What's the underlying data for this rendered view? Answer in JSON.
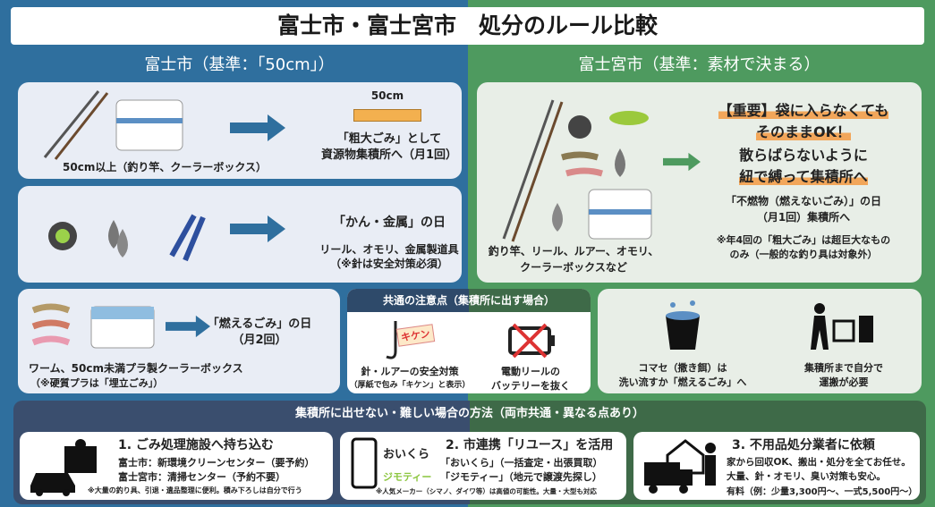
{
  "title": "富士市・富士宮市　処分のルール比較",
  "left": {
    "heading": "富士市（基準：「50cm」）",
    "large": {
      "ruler_label": "50cm",
      "items": "50cm以上（釣り竿、クーラーボックス）",
      "result1": "「粗大ごみ」として",
      "result2": "資源物集積所へ（月1回）"
    },
    "metal": {
      "result": "「かん・金属」の日",
      "items": "リール、オモリ、金属製道具",
      "note": "（※針は安全対策必須）"
    },
    "burnable": {
      "result1": "「燃えるごみ」の日",
      "result2": "（月2回）",
      "items": "ワーム、50cm未満プラ製クーラーボックス",
      "note": "（※硬質プラは「埋立ごみ」）"
    }
  },
  "right": {
    "heading": "富士宮市（基準：素材で決まる）",
    "main": {
      "line1": "【重要】袋に入らなくても",
      "line2": "そのままOK！",
      "line3": "散らばらないように",
      "line4": "紐で縛って集積所へ",
      "day1": "「不燃物（燃えないごみ）」の日",
      "day2": "（月1回）集積所へ",
      "note1": "※年4回の「粗大ごみ」は超巨大なもの",
      "note2": "のみ（一般的な釣り具は対象外）",
      "items1": "釣り竿、リール、ルアー、オモリ、",
      "items2": "クーラーボックスなど"
    },
    "komase1": "コマセ（撒き餌）は",
    "komase2": "洗い流すか「燃えるごみ」へ",
    "carry1": "集積所まで自分で",
    "carry2": "運搬が必要"
  },
  "common": {
    "heading": "共通の注意点（集積所に出す場合）",
    "tag": "キケン",
    "hook1": "針・ルアーの安全対策",
    "hook2": "（厚紙で包み「キケン」と表示）",
    "batt1": "電動リールの",
    "batt2": "バッテリーを抜く"
  },
  "methods": {
    "heading": "集積所に出せない・難しい場合の方法（両市共通・異なる点あり）",
    "items": [
      {
        "title": "1. ごみ処理施設へ持ち込む",
        "l1": "富士市：新環境クリーンセンター（要予約）",
        "l2": "富士宮市：清掃センター（予約不要）",
        "note": "※大量の釣り具、引退・遺品整理に便利。積み下ろしは自分で行う"
      },
      {
        "title": "2. 市連携「リユース」を活用",
        "logo1": "おいくら",
        "logo2": "ジモティー",
        "l1": "「おいくら」（一括査定・出張買取）",
        "l2": "「ジモティー」（地元で譲渡先探し）",
        "note": "※人気メーカー（シマノ、ダイワ等）は高値の可能性。大量・大型も対応"
      },
      {
        "title": "3. 不用品処分業者に依頼",
        "l1": "家から回収OK、搬出・処分を全てお任せ。",
        "l2": "大量、針・オモリ、臭い対策も安心。",
        "note": "有料（例：少量3,300円～、一式5,500円～）"
      }
    ]
  },
  "colors": {
    "blue": "#2f6f9e",
    "green": "#4e9a5f",
    "highlight": "#f2a65a"
  }
}
